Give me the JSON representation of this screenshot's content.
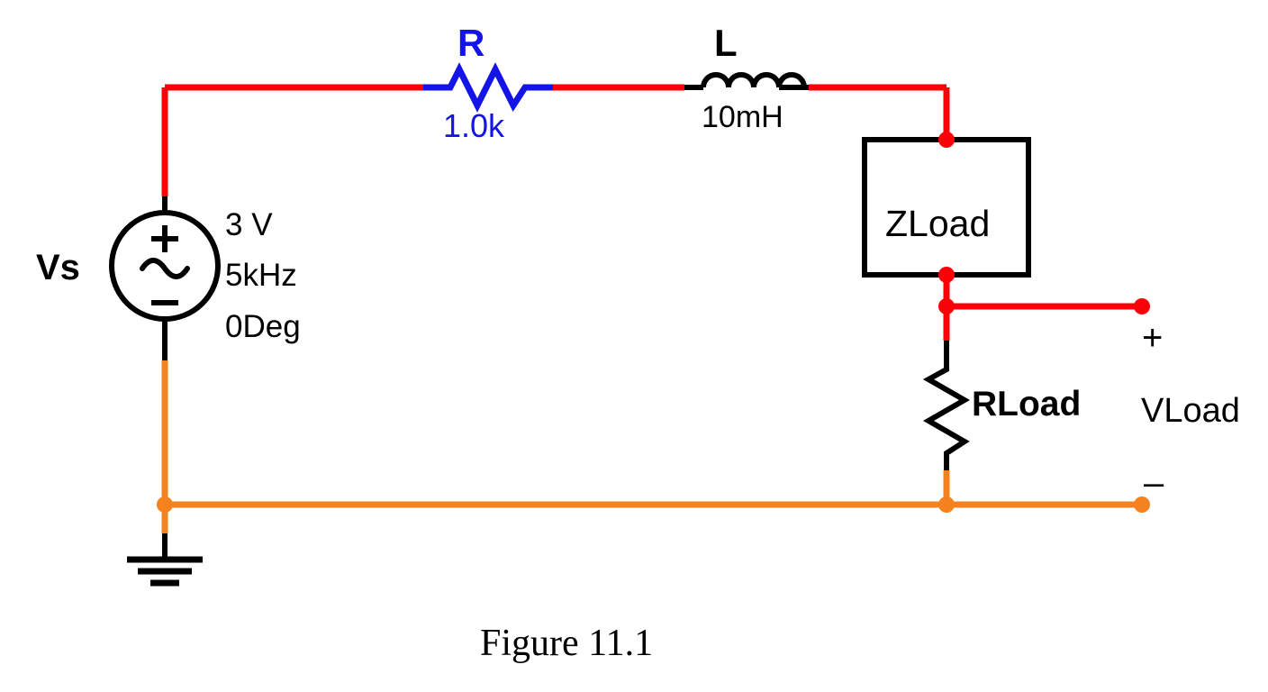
{
  "figure": {
    "caption": "Figure 11.1",
    "background": "#ffffff"
  },
  "colors": {
    "wire_red": "#fb0007",
    "wire_orange": "#f5821f",
    "component_blue": "#1414e6",
    "component_black": "#000000",
    "node_red": "#fb0007",
    "node_orange": "#f5821f"
  },
  "components": {
    "source": {
      "ref": "Vs",
      "type": "ac-voltage-source",
      "plus_symbol": "+",
      "wave_symbol": "~",
      "minus_symbol": "–",
      "value_amplitude": "3 V",
      "value_frequency": "5kHz",
      "value_phase": "0Deg"
    },
    "resistor": {
      "ref": "R",
      "type": "resistor",
      "value": "1.0k",
      "color": "#1414e6"
    },
    "inductor": {
      "ref": "L",
      "type": "inductor",
      "value": "10mH",
      "color": "#000000"
    },
    "zload": {
      "ref": "ZLoad",
      "type": "impedance-block"
    },
    "rload": {
      "ref": "RLoad",
      "type": "resistor"
    },
    "ground": {
      "ref": "ground",
      "type": "earth-ground"
    }
  },
  "terminals": {
    "output_label": "VLoad",
    "plus_symbol": "+",
    "minus_symbol": "–"
  }
}
